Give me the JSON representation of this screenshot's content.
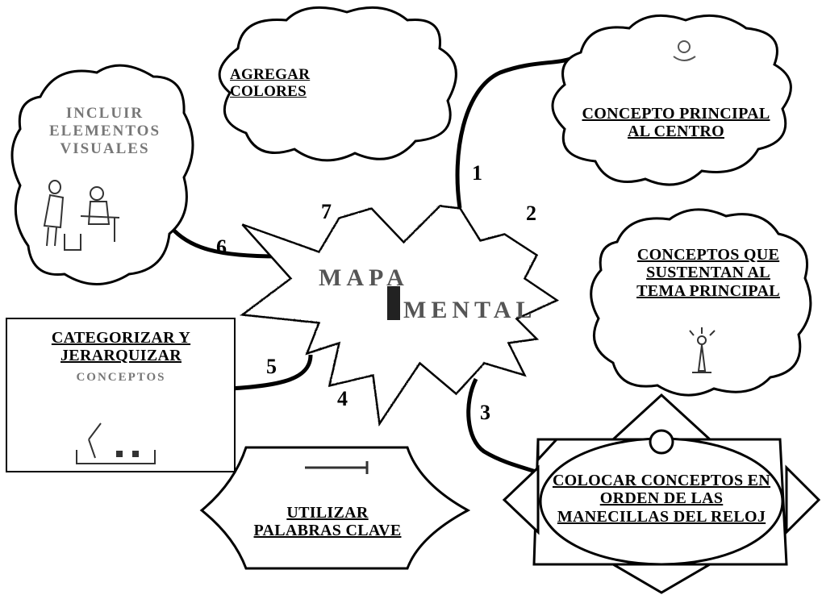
{
  "center": {
    "line1": "MAPA",
    "line2": "MENTAL"
  },
  "nodes": {
    "concepto_principal": "CONCEPTO PRINCIPAL AL CENTRO",
    "conceptos_sustentan": "CONCEPTOS QUE SUSTENTAN AL TEMA PRINCIPAL",
    "colocar_conceptos": "COLOCAR CONCEPTOS EN ORDEN DE LAS MANECILLAS DEL RELOJ",
    "palabras_clave": "UTILIZAR PALABRAS CLAVE",
    "categorizar_line1": "CATEGORIZAR Y JERARQUIZAR",
    "categorizar_line2": "CONCEPTOS",
    "incluir_elementos": "INCLUIR ELEMENTOS VISUALES",
    "agregar_colores": "AGREGAR COLORES"
  },
  "numbers": [
    "1",
    "2",
    "3",
    "4",
    "5",
    "6",
    "7"
  ]
}
